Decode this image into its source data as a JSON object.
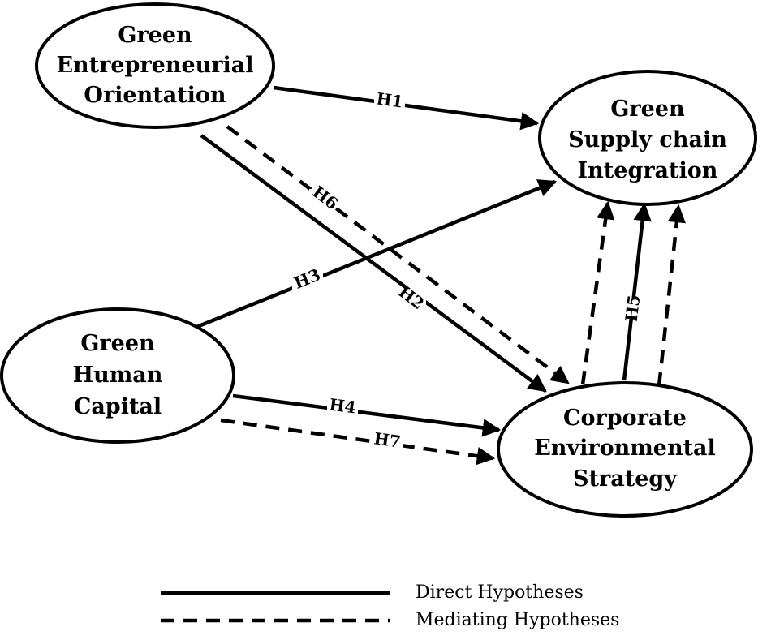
{
  "nodes": {
    "geo": {
      "lines": [
        "Green",
        "Entrepreneurial",
        "Orientation"
      ]
    },
    "gsci": {
      "lines": [
        "Green",
        "Supply chain",
        "Integration"
      ]
    },
    "ghc": {
      "lines": [
        "Green",
        "Human",
        "Capital"
      ]
    },
    "ces": {
      "lines": [
        "Corporate",
        "Environmental",
        "Strategy"
      ]
    }
  },
  "edges": {
    "h1": {
      "label": "H1",
      "style": "solid"
    },
    "h2": {
      "label": "H2",
      "style": "solid"
    },
    "h3": {
      "label": "H3",
      "style": "solid"
    },
    "h4": {
      "label": "H4",
      "style": "solid"
    },
    "h5": {
      "label": "H5",
      "style": "solid"
    },
    "h6": {
      "label": "H6",
      "style": "dashed"
    },
    "h7": {
      "label": "H7",
      "style": "dashed"
    },
    "ces_gsci_left": {
      "style": "dashed"
    },
    "ces_gsci_right": {
      "style": "dashed"
    }
  },
  "legend": {
    "direct": "Direct Hypotheses",
    "mediating": "Mediating Hypotheses"
  },
  "colors": {
    "stroke": "#000000",
    "background": "#ffffff"
  }
}
